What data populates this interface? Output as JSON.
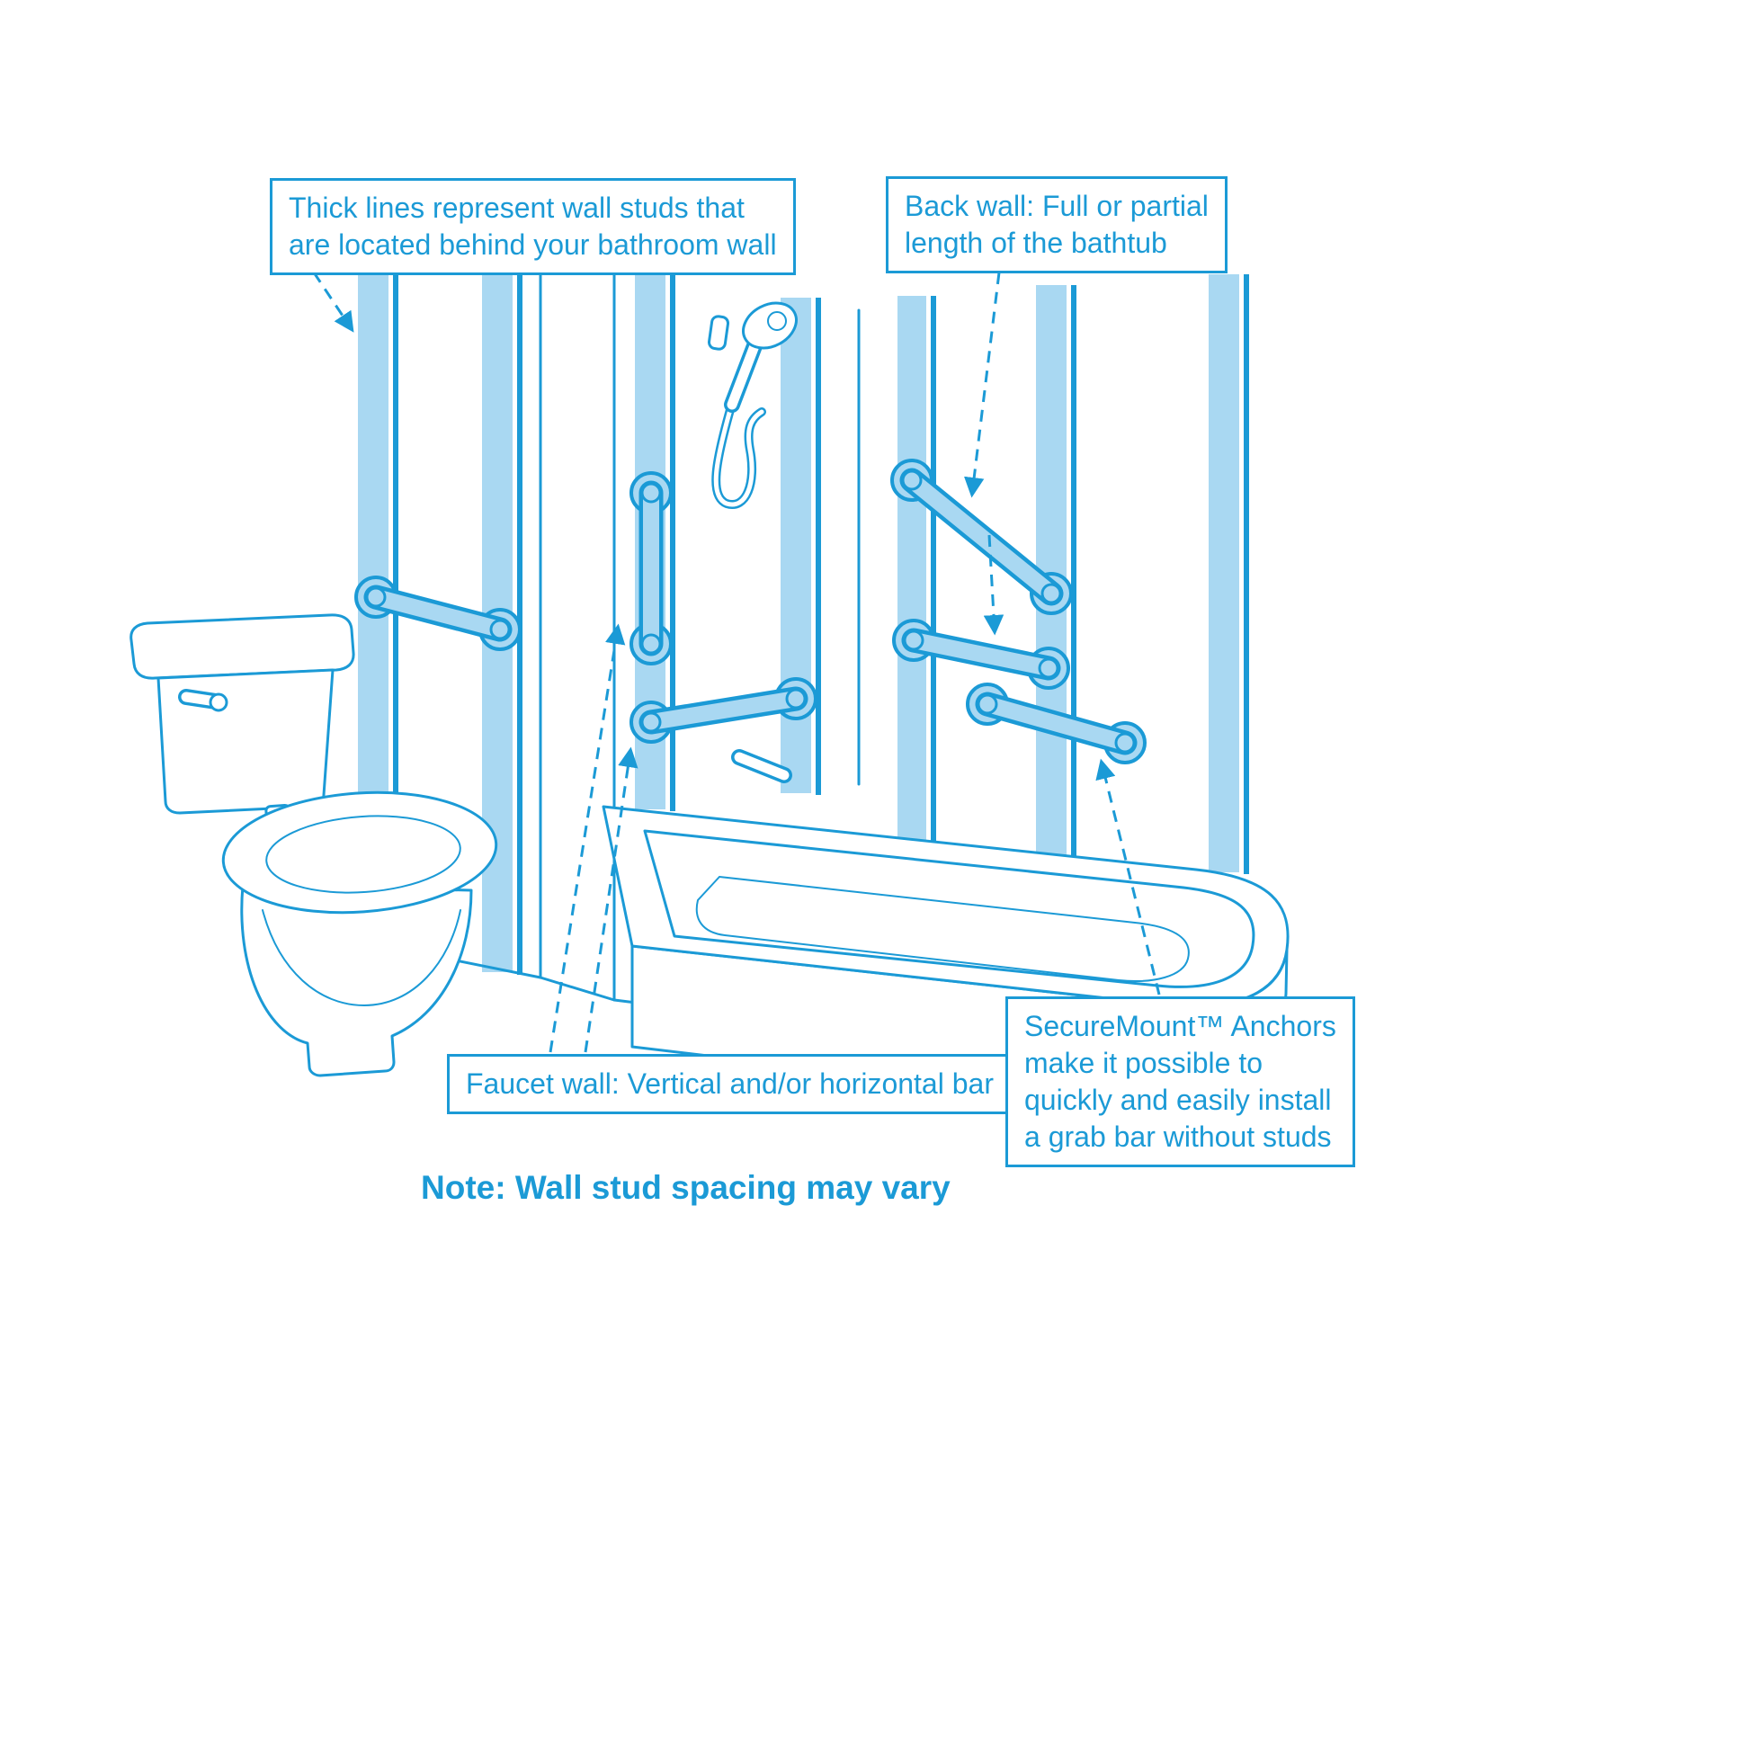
{
  "colors": {
    "line": "#1b9ad6",
    "fill_light": "#a9d8f2",
    "background": "#ffffff"
  },
  "callouts": {
    "wall_studs": {
      "line1": "Thick lines represent wall studs that",
      "line2": "are located behind your bathroom wall"
    },
    "back_wall": {
      "line1": "Back wall: Full or partial",
      "line2": "length of the bathtub"
    },
    "faucet_wall": {
      "text": "Faucet wall: Vertical and/or horizontal bar"
    },
    "securemount": {
      "line1": "SecureMount™ Anchors",
      "line2": "make it possible to",
      "line3": "quickly and easily install",
      "line4": "a grab bar without studs"
    }
  },
  "note": {
    "text": "Note: Wall stud spacing may vary"
  },
  "diagram": {
    "parts": [
      "wall-studs",
      "toilet",
      "bathtub",
      "hand-shower",
      "tub-spout",
      "grab-bars"
    ],
    "stud_count": 7,
    "grab_bar_count": 6
  }
}
